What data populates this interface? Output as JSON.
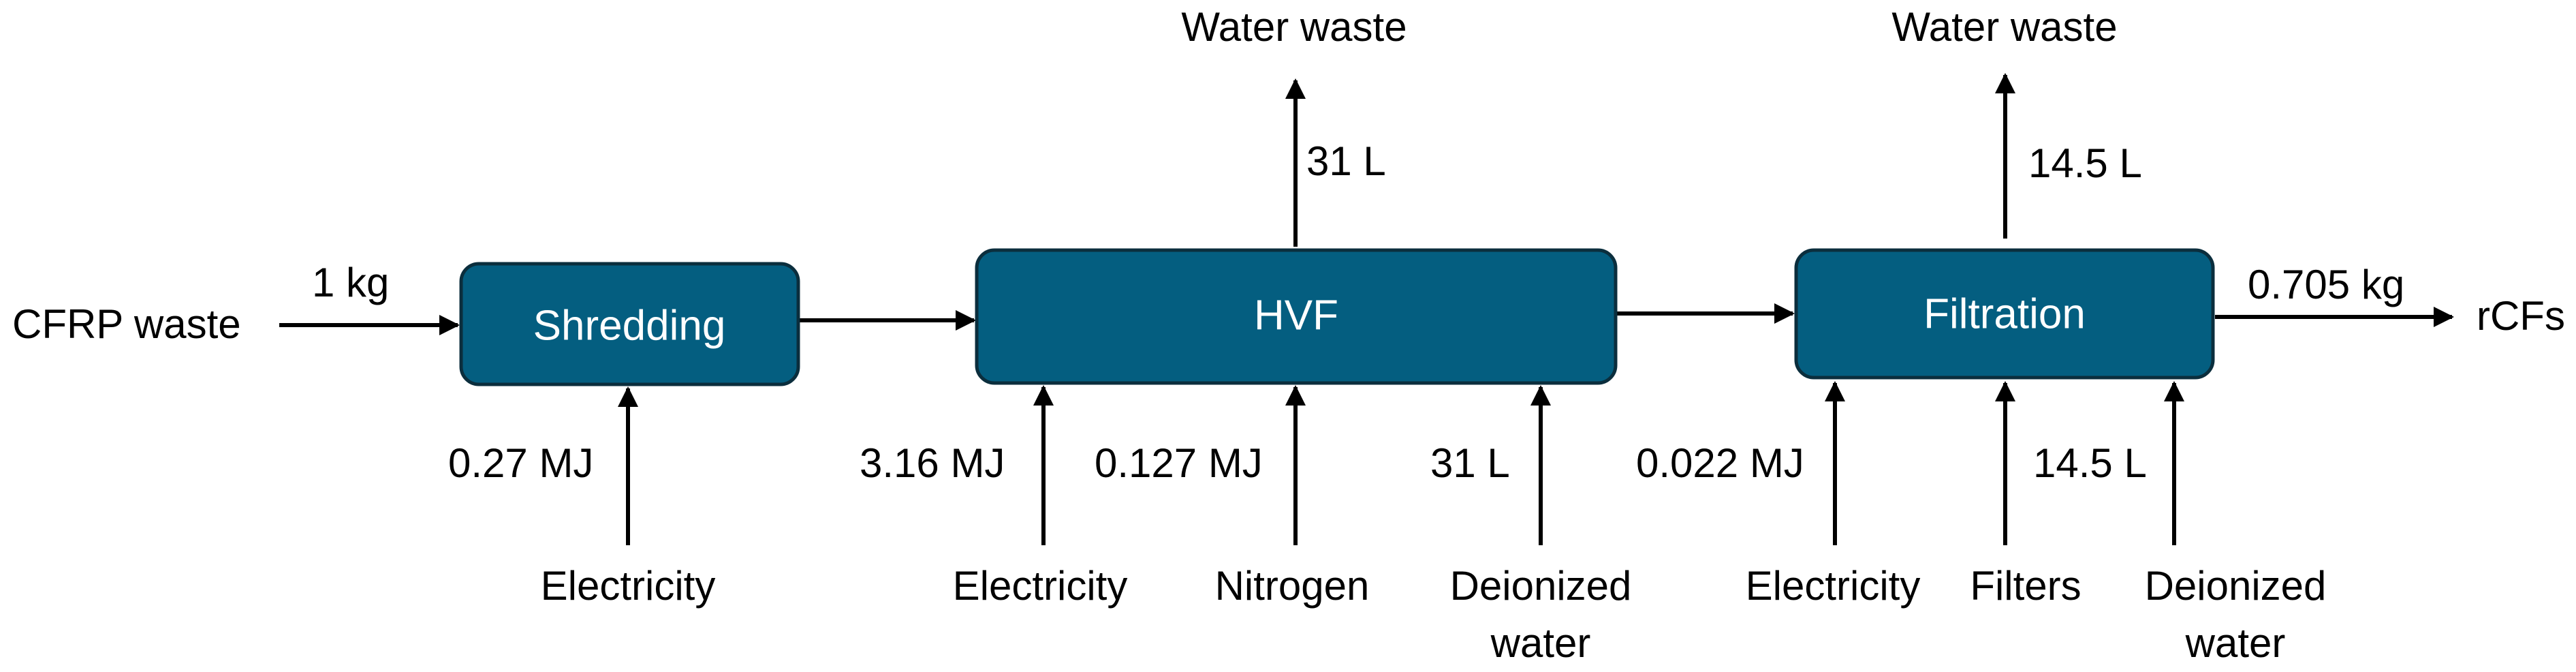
{
  "colors": {
    "process_fill": "#045e80",
    "process_border": "#0b2e3d",
    "arrow": "#000000",
    "text": "#000000",
    "process_text": "#ffffff"
  },
  "processes": {
    "shredding": "Shredding",
    "hvf": "HVF",
    "filtration": "Filtration"
  },
  "endpoints": {
    "input": "CFRP waste",
    "output": "rCFs"
  },
  "main_flow": {
    "input_mass": "1 kg",
    "output_mass": "0.705 kg"
  },
  "shredding_inputs": [
    {
      "name": "Electricity",
      "amount": "0.27 MJ"
    }
  ],
  "hvf_inputs": [
    {
      "name": "Electricity",
      "amount": "3.16 MJ"
    },
    {
      "name": "Nitrogen",
      "amount": "0.127 MJ"
    },
    {
      "name_line1": "Deionized",
      "name_line2": "water",
      "amount": "31 L"
    }
  ],
  "hvf_output": {
    "name": "Water waste",
    "amount": "31 L"
  },
  "filtration_inputs": [
    {
      "name": "Electricity",
      "amount": "0.022 MJ"
    },
    {
      "name": "Filters"
    },
    {
      "name_line1": "Deionized",
      "name_line2": "water",
      "amount": "14.5 L"
    }
  ],
  "filtration_output": {
    "name": "Water waste",
    "amount": "14.5 L"
  }
}
